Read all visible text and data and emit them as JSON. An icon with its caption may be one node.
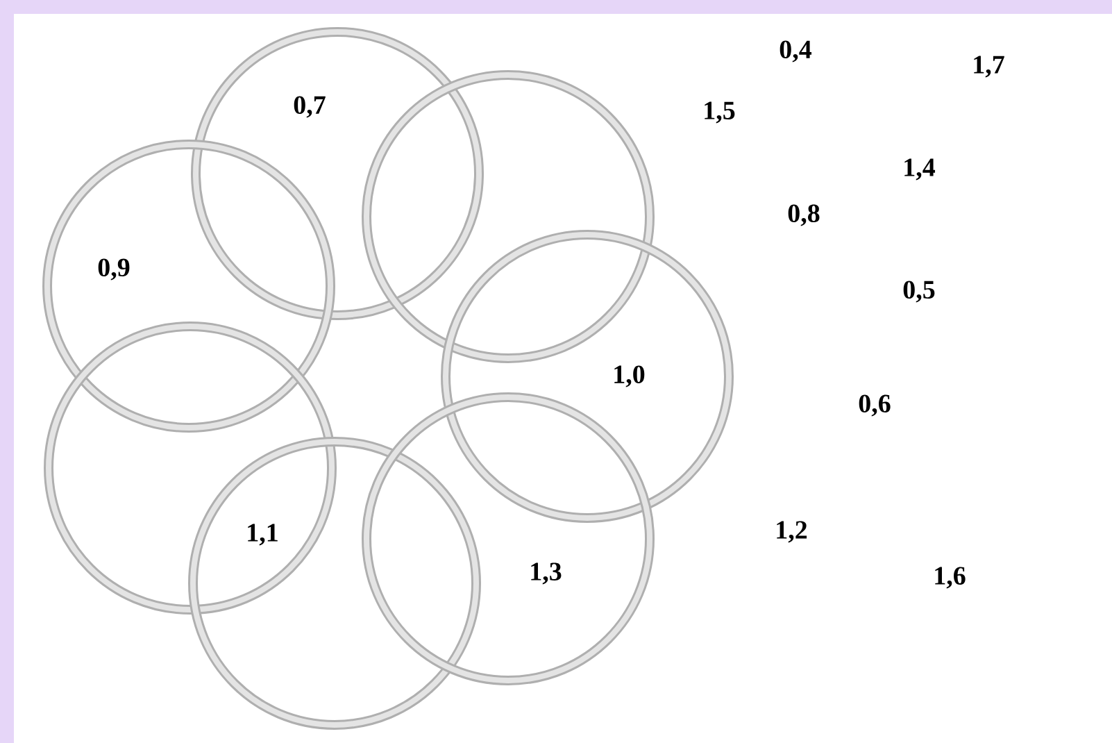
{
  "diagram": {
    "nodes": [
      {
        "text": [
          "0,7"
        ]
      },
      {
        "text": [],
        "shape": "circle"
      },
      {
        "text": [
          "0,9"
        ]
      },
      {
        "text": [
          "1,0"
        ]
      },
      {
        "text": [],
        "shape": "circle"
      },
      {
        "text": [
          "1,1"
        ]
      },
      {
        "text": [
          "1,3"
        ]
      }
    ],
    "labels": [
      "0,4",
      "1,7",
      "1,5",
      "1,4",
      "0,8",
      "0,5",
      "0,6",
      "1,2",
      "1,6"
    ]
  }
}
